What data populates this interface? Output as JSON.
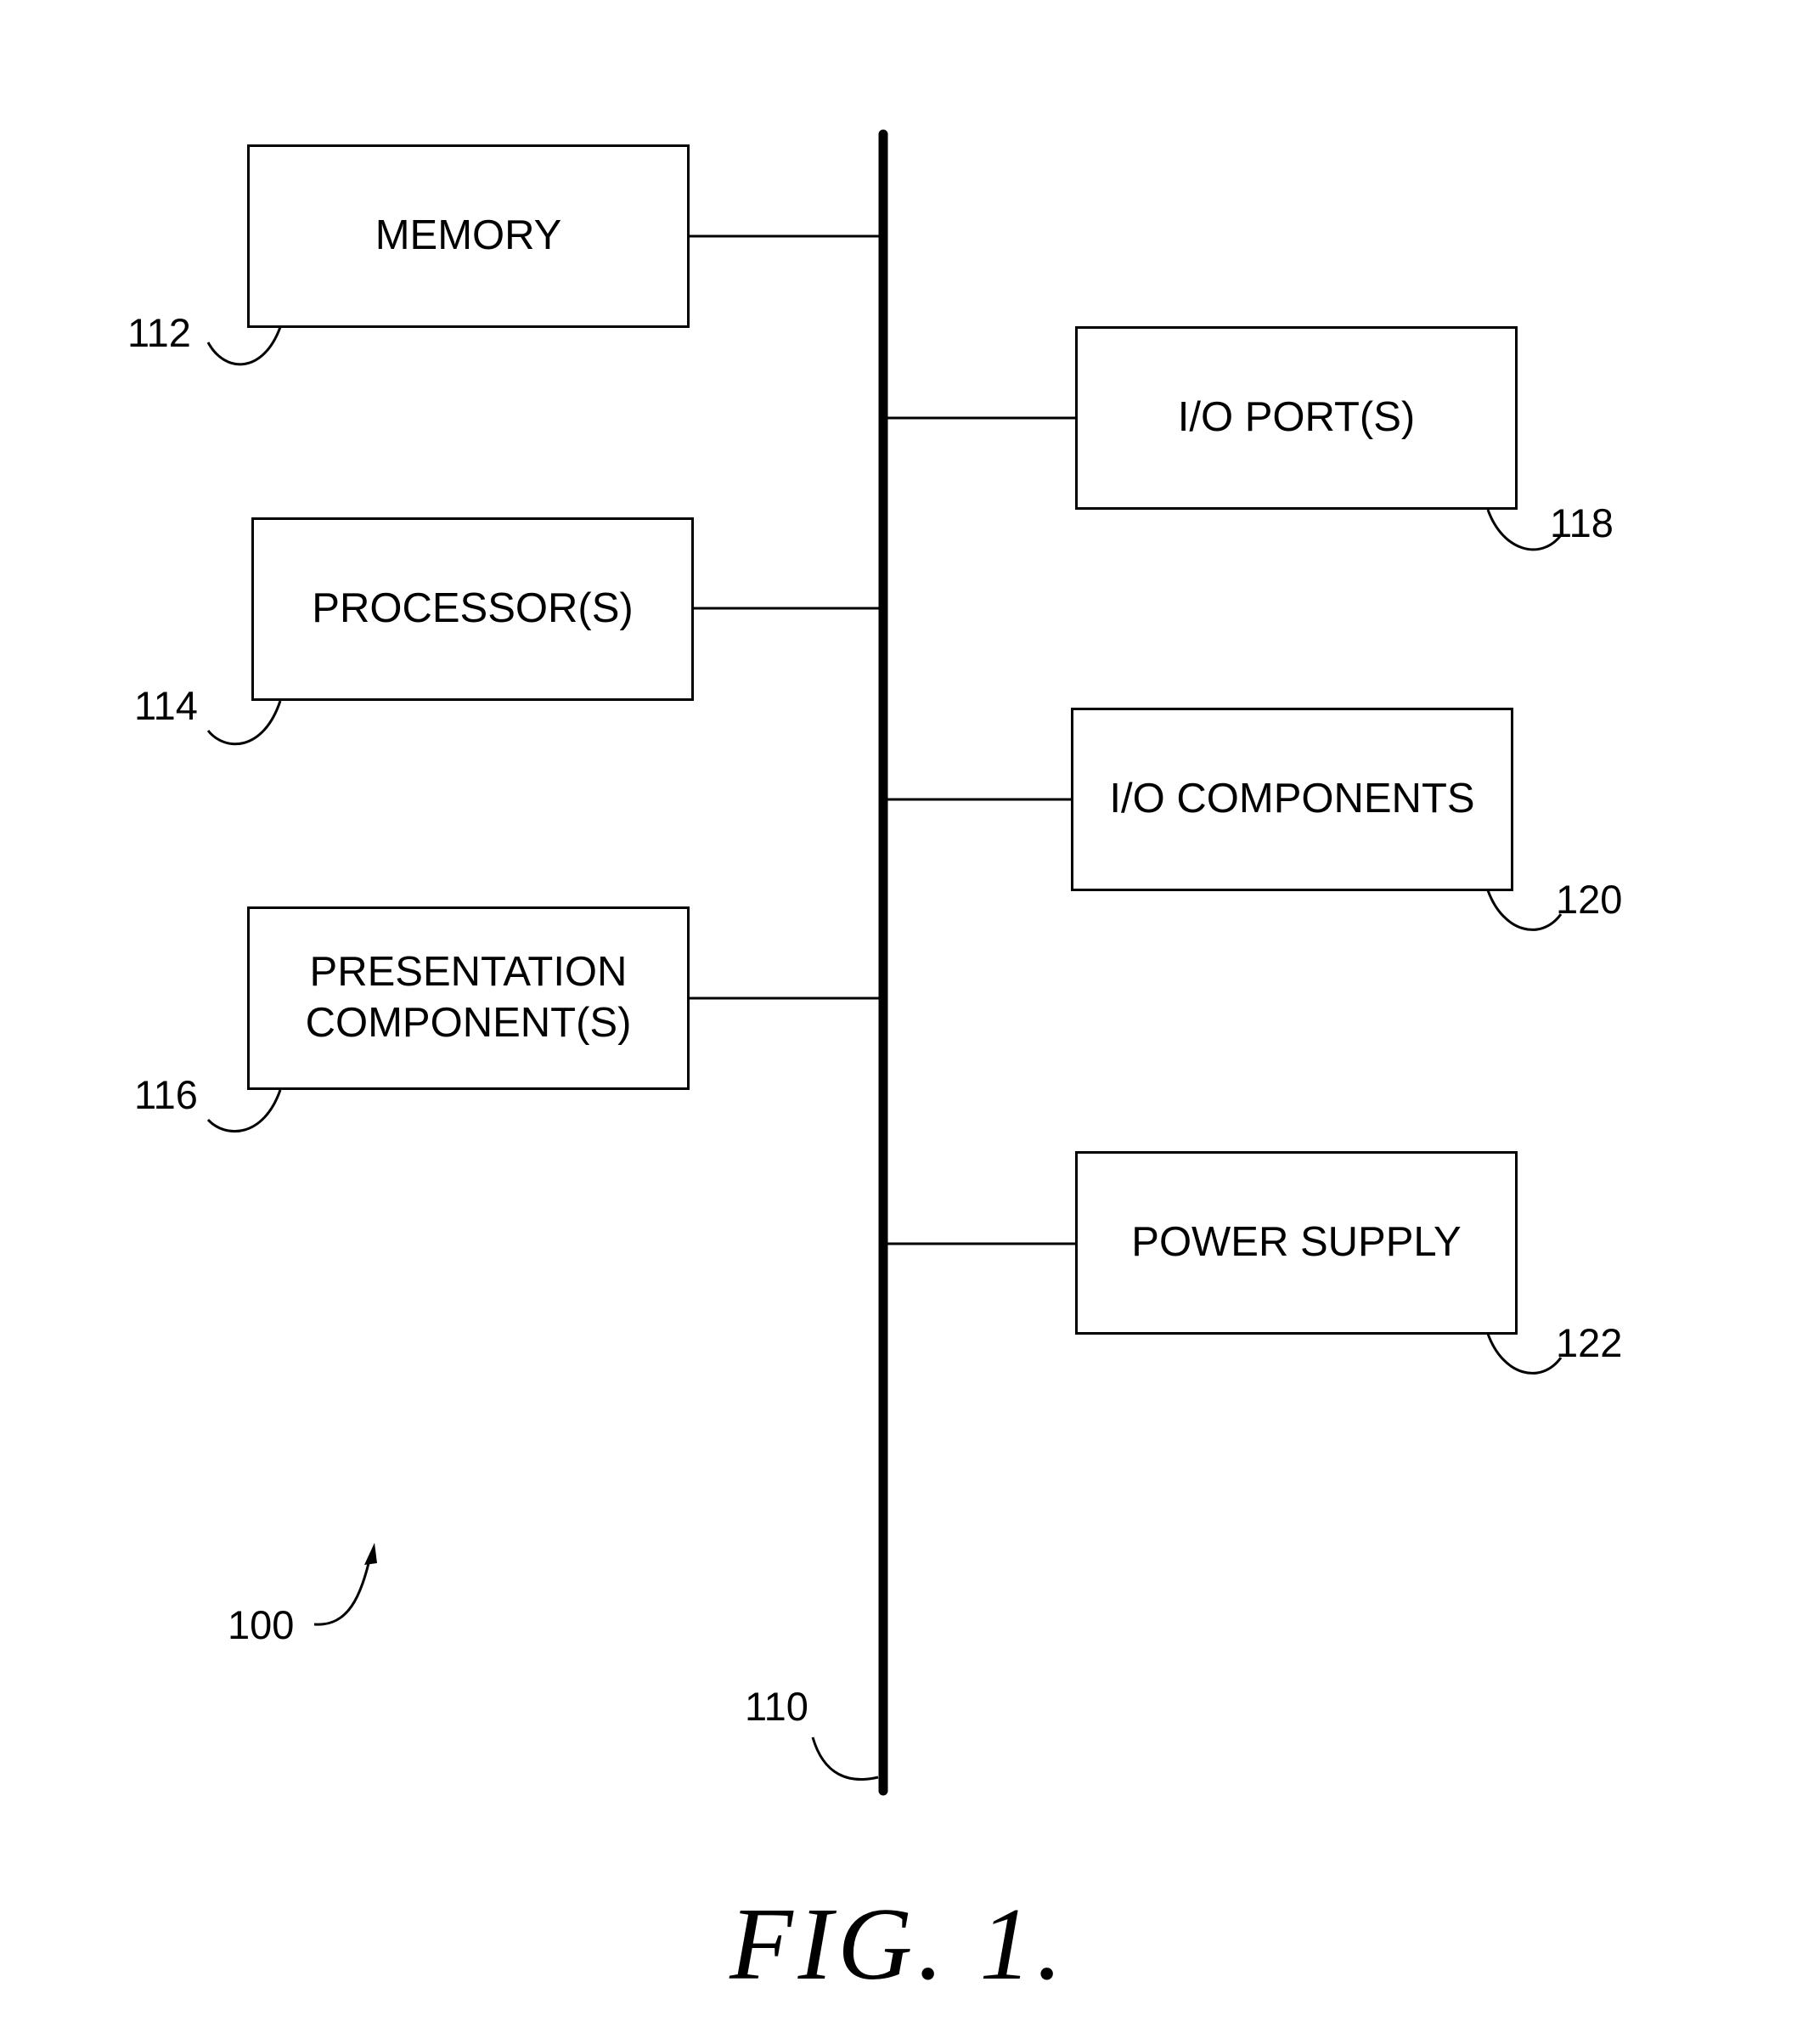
{
  "boxes": {
    "memory": "MEMORY",
    "processor": "PROCESSOR(S)",
    "presentation": "PRESENTATION\nCOMPONENT(S)",
    "io_ports": "I/O PORT(S)",
    "io_components": "I/O COMPONENTS",
    "power_supply": "POWER SUPPLY"
  },
  "refs": {
    "memory": "112",
    "processor": "114",
    "presentation": "116",
    "io_ports": "118",
    "io_components": "120",
    "power_supply": "122",
    "device": "100",
    "bus": "110"
  },
  "caption": "FIG. 1."
}
